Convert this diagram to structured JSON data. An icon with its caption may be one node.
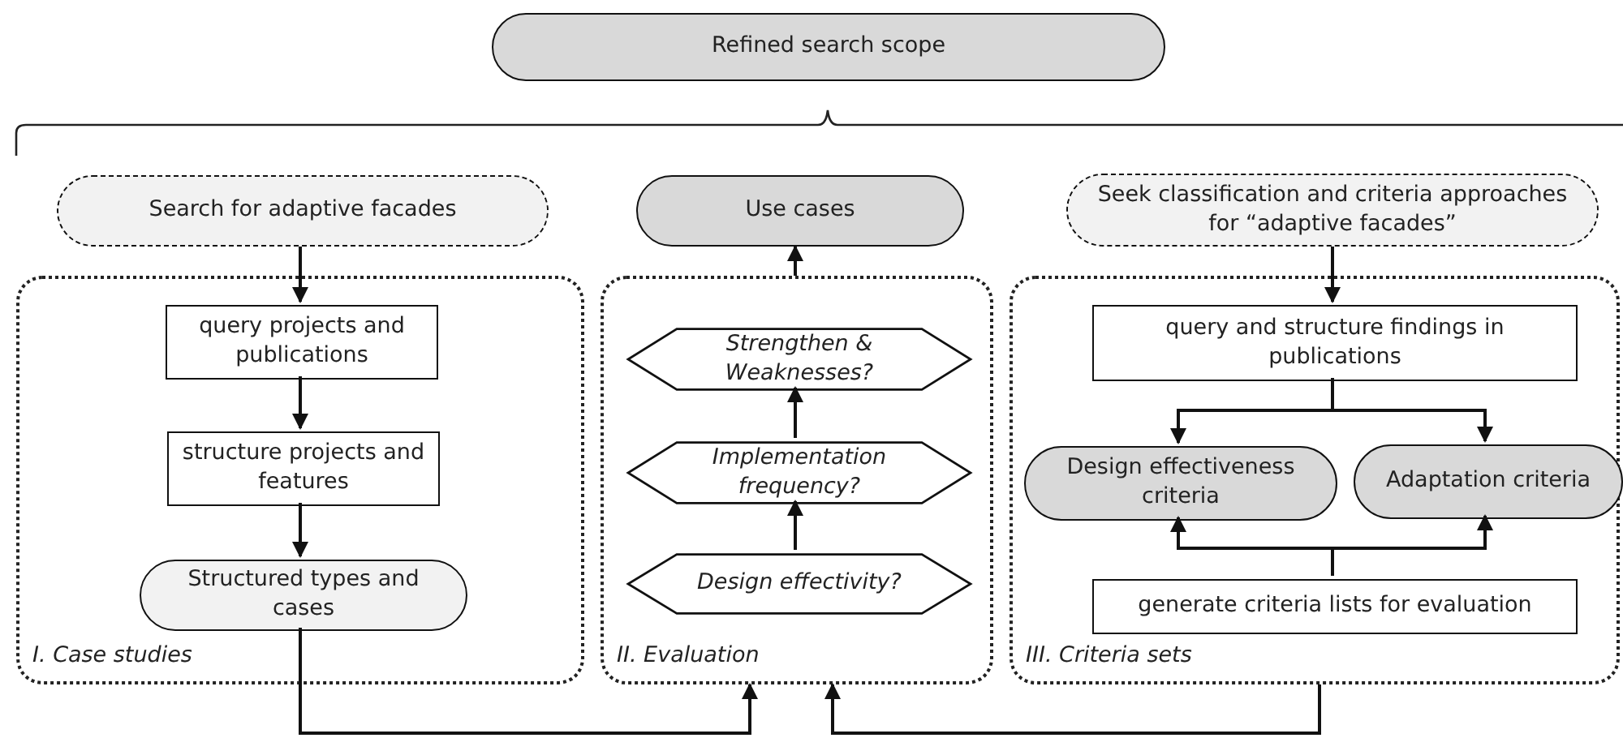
{
  "diagram": {
    "nodes": [
      {
        "text": [
          "Refined search scope"
        ]
      },
      {
        "text": [
          "Search for adaptive facades"
        ]
      },
      {
        "text": [
          "Use cases"
        ]
      },
      {
        "text": [
          "Seek classification and criteria approaches for “adaptive facades”"
        ]
      },
      {
        "text": [
          "I. Case studies"
        ]
      },
      {
        "text": [
          "query projects and publications"
        ],
        "in": 4
      },
      {
        "text": [
          "structure projects and features"
        ],
        "in": 4
      },
      {
        "text": [
          "Structured types and cases"
        ],
        "in": 4
      },
      {
        "text": [
          "II. Evaluation"
        ]
      },
      {
        "text": [
          "Strengthen & Weaknesses?"
        ],
        "in": 8
      },
      {
        "text": [
          "Implementation frequency?"
        ],
        "in": 8
      },
      {
        "text": [
          "Design effectivity?"
        ],
        "in": 8
      },
      {
        "text": [
          "III. Criteria sets"
        ]
      },
      {
        "text": [
          "query and structure findings in publications"
        ],
        "in": 12
      },
      {
        "text": [
          "Design effectiveness criteria"
        ],
        "in": 12
      },
      {
        "text": [
          "Adaptation criteria"
        ],
        "in": 12
      },
      {
        "text": [
          "generate criteria lists for evaluation"
        ],
        "in": 12
      }
    ],
    "edges": [
      {
        "from": 1,
        "to": 5,
        "arrow": "to"
      },
      {
        "from": 5,
        "to": 6,
        "arrow": "to"
      },
      {
        "from": 6,
        "to": 7,
        "arrow": "to"
      },
      {
        "from": 7,
        "to": 8,
        "arrow": "to"
      },
      {
        "from": 12,
        "to": 8,
        "arrow": "to"
      },
      {
        "from": 8,
        "to": 2,
        "arrow": "to"
      },
      {
        "from": 11,
        "to": 10,
        "arrow": "to"
      },
      {
        "from": 10,
        "to": 9,
        "arrow": "to"
      },
      {
        "from": 3,
        "to": 13,
        "arrow": "to"
      },
      {
        "from": 13,
        "to": 14,
        "arrow": "to"
      },
      {
        "from": 13,
        "to": 15,
        "arrow": "to"
      },
      {
        "from": 16,
        "to": 14,
        "arrow": "to"
      },
      {
        "from": 16,
        "to": 15,
        "arrow": "to"
      }
    ]
  }
}
